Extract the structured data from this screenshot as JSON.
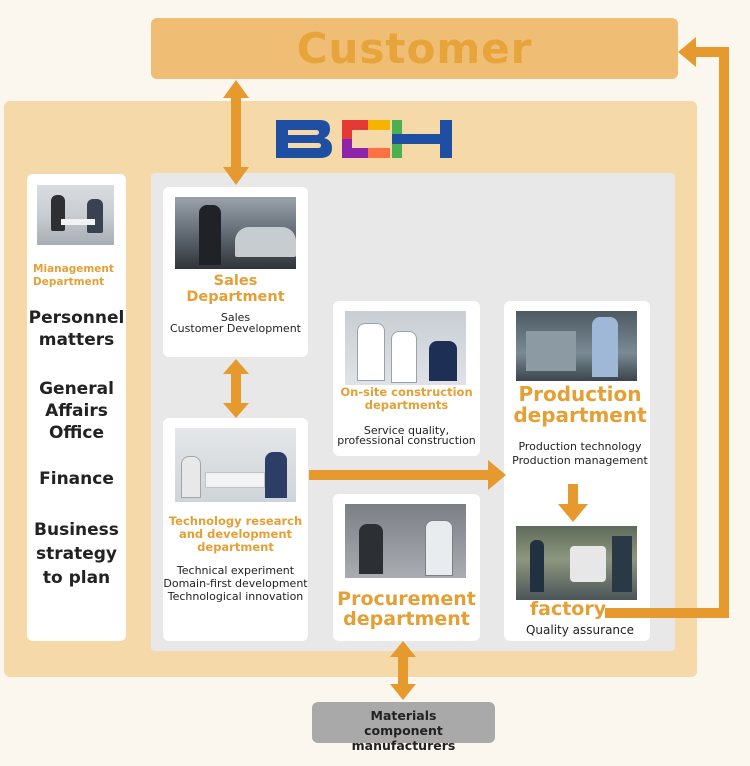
{
  "customer": {
    "label": "Customer"
  },
  "logo": {
    "text": "BCH",
    "colors": [
      "#1e4fa3",
      "#e53935",
      "#f4b400",
      "#4caf50"
    ]
  },
  "management": {
    "title": "Mianagement Department",
    "items": [
      "Personnel matters",
      "General Affairs Office",
      "Finance",
      "Business strategy to plan"
    ]
  },
  "sales": {
    "title": "Sales Department",
    "lines": [
      "Sales",
      "Customer Development"
    ]
  },
  "onsite": {
    "title": "On-site construction departments",
    "lines": [
      "Service quality,",
      "professional construction"
    ]
  },
  "production": {
    "title": "Production department",
    "lines": [
      "Production technology",
      "Production management"
    ]
  },
  "technology": {
    "title": "Technology research and development department",
    "lines": [
      "Technical experiment",
      "Domain-first development",
      "Technological innovation"
    ]
  },
  "procurement": {
    "title": "Procurement department"
  },
  "factory": {
    "title": "factory",
    "subtitle": "Quality assurance"
  },
  "materials": {
    "lines": [
      "Materials",
      "component manufacturers"
    ]
  },
  "colors": {
    "accent": "#e4a035",
    "arrow": "#e69a2e",
    "frame": "#f6d9a8",
    "customer_bar": "#efbd73"
  }
}
